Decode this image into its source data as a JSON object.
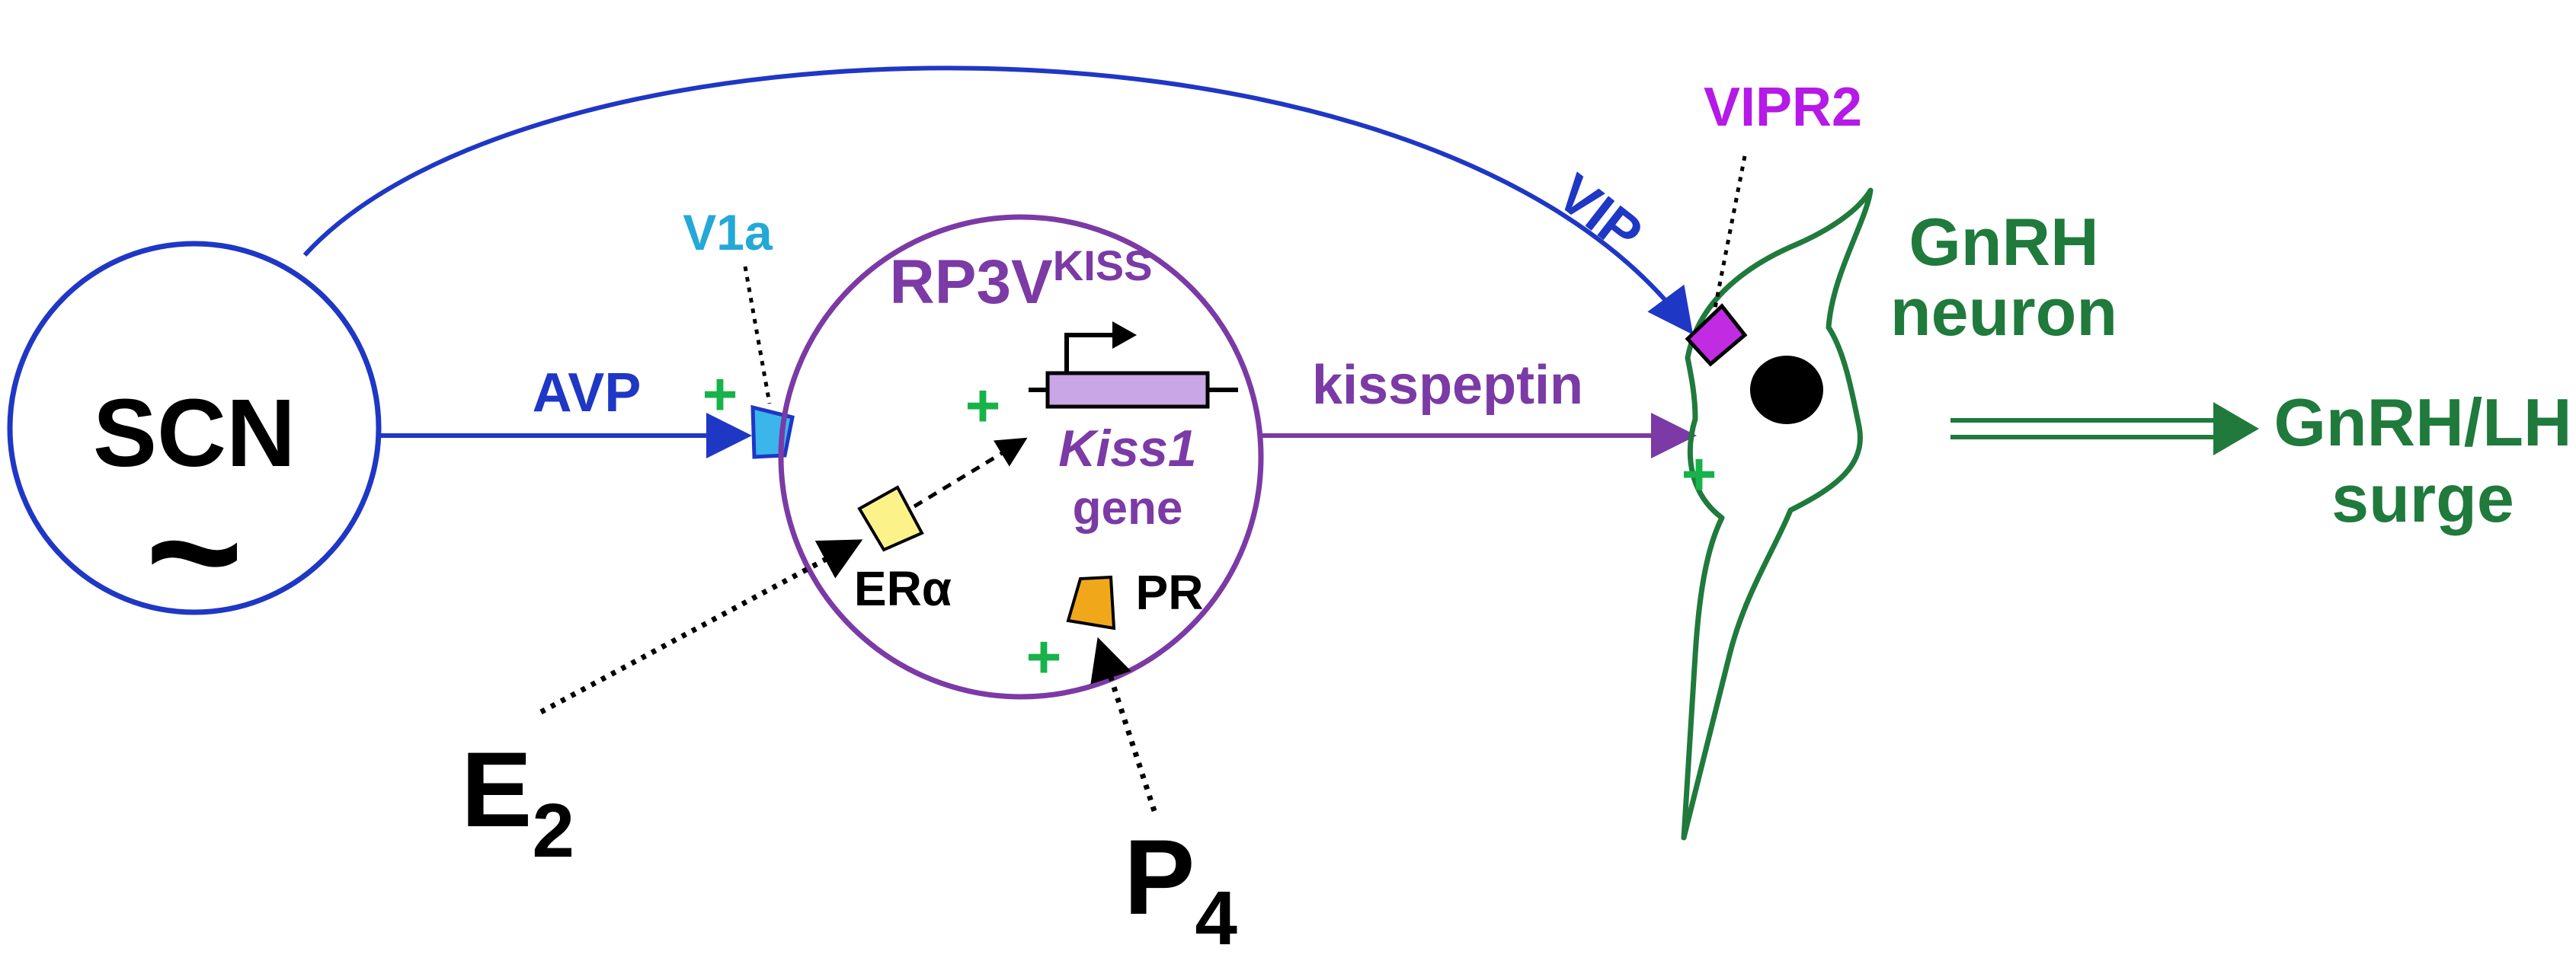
{
  "labels": {
    "scn": "SCN",
    "scn_symbol": "~",
    "avp": "AVP",
    "v1a": "V1a",
    "rp3v_main": "RP3V",
    "rp3v_sup": "KISS",
    "kiss1": "Kiss1",
    "gene": "gene",
    "era": "ERα",
    "pr": "PR",
    "e2_main": "E",
    "e2_sub": "2",
    "p4_main": "P",
    "p4_sub": "4",
    "kisspeptin": "kisspeptin",
    "vip": "VIP",
    "vipr2": "VIPR2",
    "gnrh_line1": "GnRH",
    "gnrh_line2": "neuron",
    "surge_line1": "GnRH/LH",
    "surge_line2": "surge",
    "plus": "+"
  },
  "colors": {
    "scn_blue": "#1f37c5",
    "v1a_cyan": "#23a8d8",
    "rp3v_purple": "#7b3aa5",
    "vipr2_magenta": "#b51ae6",
    "gnrh_green": "#1f7a3c",
    "plus_green": "#18b24a",
    "era_yellow": "#fbf38a",
    "pr_orange": "#f0a81a",
    "kiss1_box": "#c9a6e6"
  }
}
